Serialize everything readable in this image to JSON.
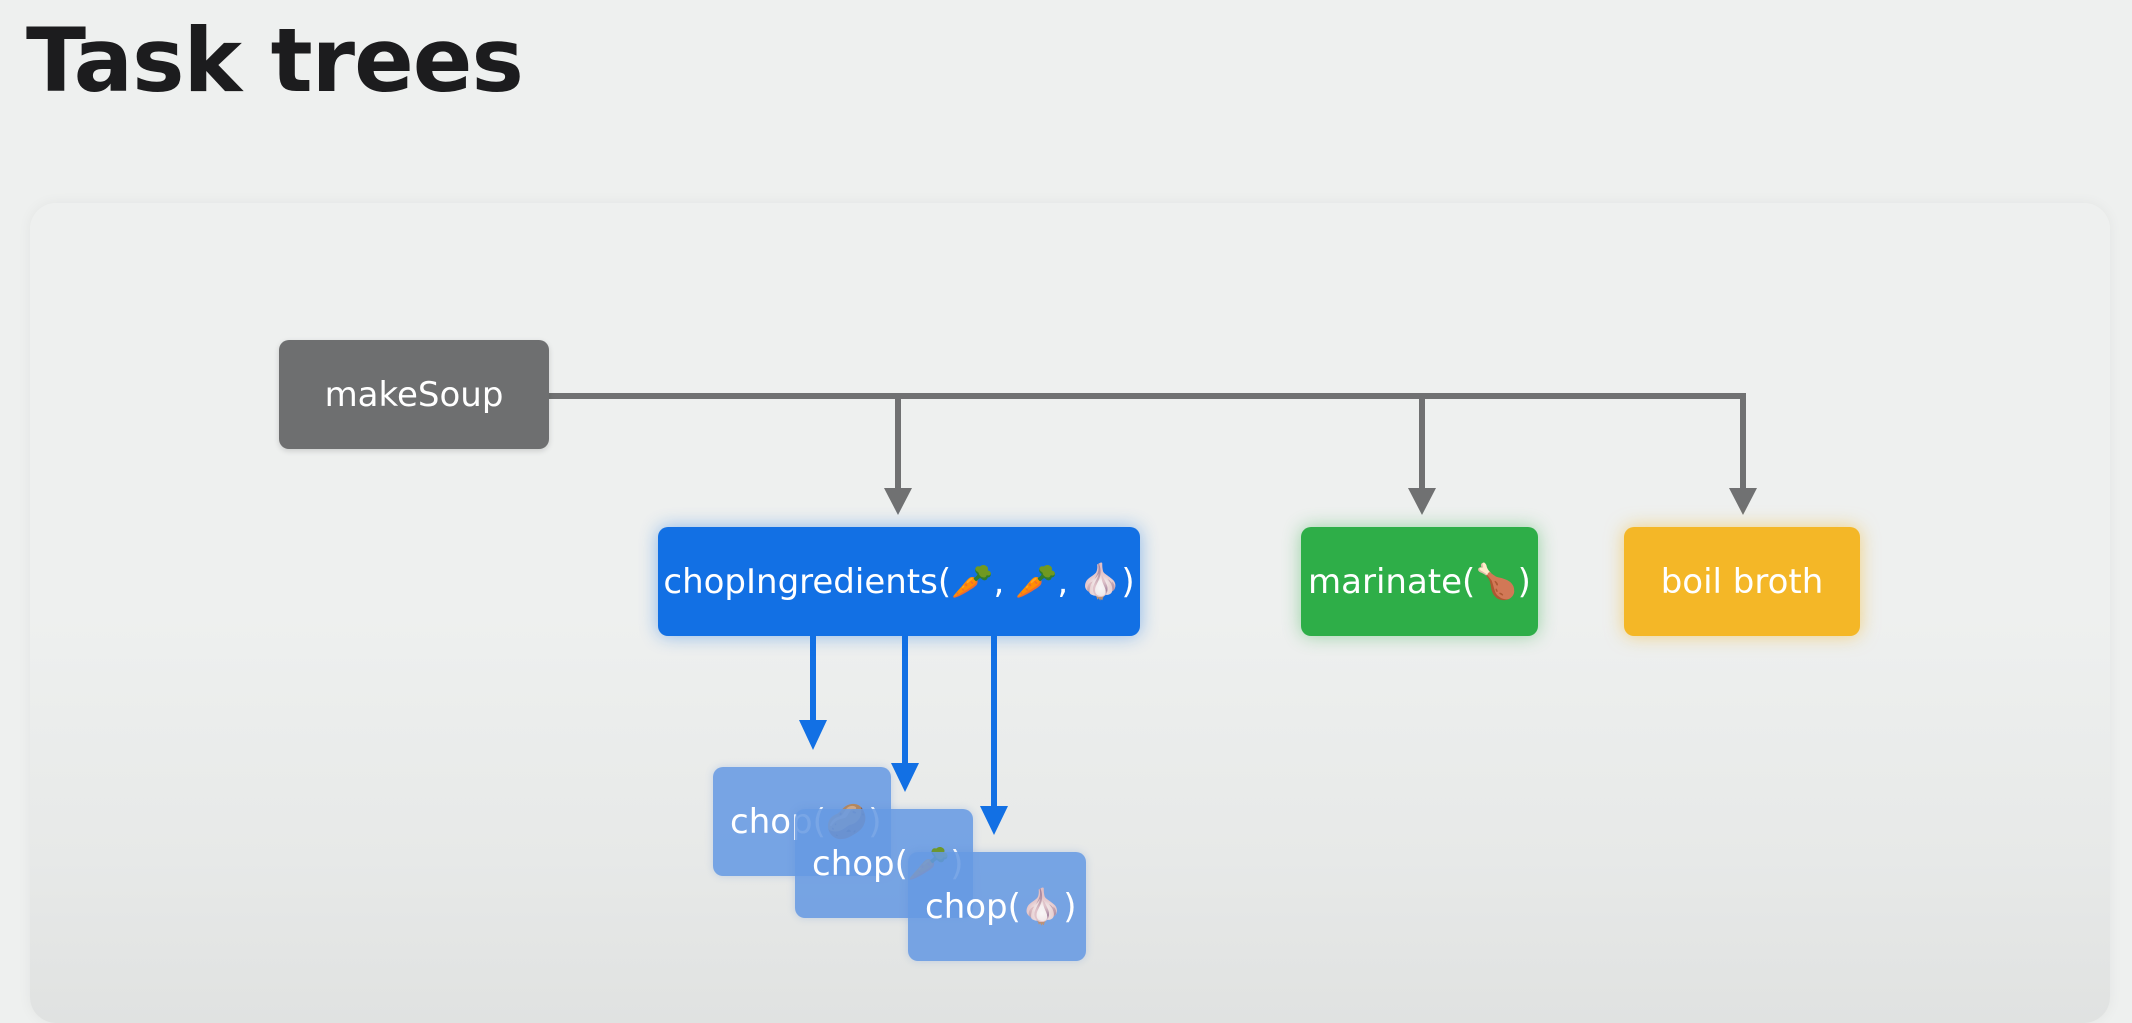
{
  "title": "Task trees",
  "nodes": {
    "root": {
      "label": "makeSoup"
    },
    "chop": {
      "label": "chopIngredients(🥕, 🥕, 🧄)"
    },
    "marinate": {
      "label": "marinate(🍗)"
    },
    "broth": {
      "label": "boil broth"
    },
    "subtasks": [
      {
        "label": "chop(🥔)"
      },
      {
        "label": "chop(🥕)"
      },
      {
        "label": "chop(🧄)"
      }
    ]
  },
  "colors": {
    "root": "#6e6f70",
    "chop": "#1270e4",
    "marinate": "#2eae48",
    "broth": "#f4b727",
    "subtask": "#669ae2",
    "edge_gray": "#707172",
    "edge_blue": "#1270e4"
  }
}
